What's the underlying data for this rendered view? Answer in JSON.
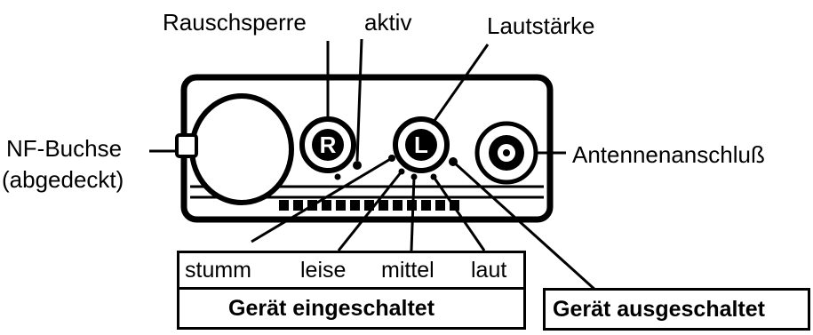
{
  "labels": {
    "squelch": "Rauschsperre",
    "active": "aktiv",
    "volume": "Lautstärke",
    "af_jack_line1": "NF-Buchse",
    "af_jack_line2": "(abgedeckt)",
    "antenna": "Antennenanschluß"
  },
  "knobs": {
    "squelch_letter": "R",
    "volume_letter": "L"
  },
  "volume_steps": [
    "stumm",
    "leise",
    "mittel",
    "laut"
  ],
  "state_on": "Gerät eingeschaltet",
  "state_off": "Gerät ausgeschaltet"
}
